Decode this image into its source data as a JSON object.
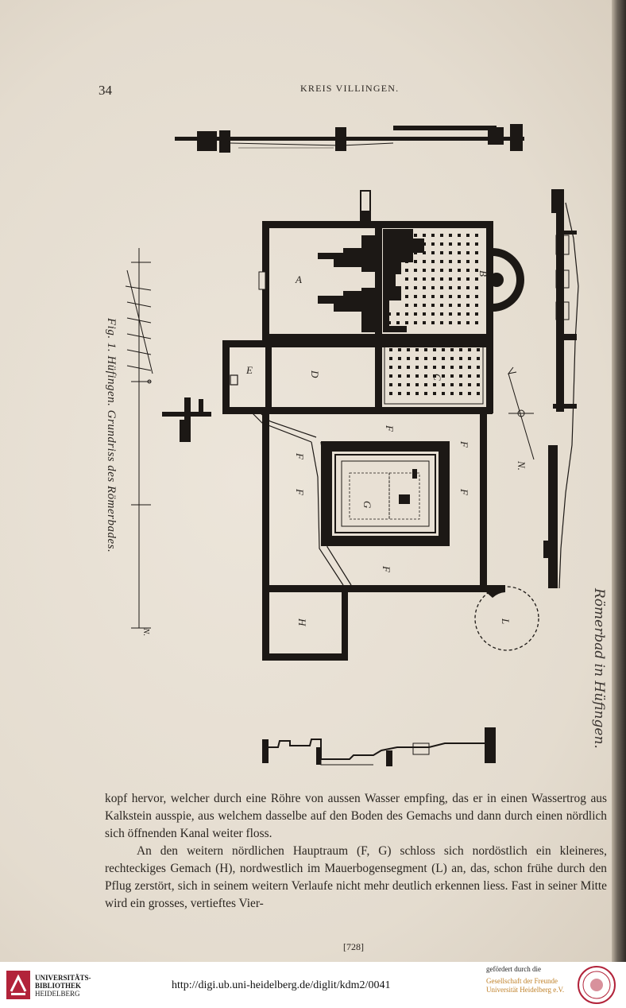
{
  "header": {
    "page_number": "34",
    "running_title": "KREIS VILLINGEN."
  },
  "figure": {
    "caption": "Fig. 1.  Hüfingen.  Grundriss des Römerbades.",
    "room_labels": {
      "A": "A",
      "B": "B",
      "C": "C",
      "D": "D",
      "E": "E",
      "F": "F",
      "G": "G",
      "H": "H",
      "L": "L"
    },
    "north_marker": "N."
  },
  "handwritten_note": "Römerbad in Hüfingen.",
  "body": {
    "paragraphs": [
      "kopf hervor, welcher durch eine Röhre von aussen Wasser empfing, das er in einen Wassertrog aus Kalkstein ausspie, aus welchem dasselbe auf den Boden des Gemachs und dann durch einen nördlich sich öffnenden Kanal weiter floss.",
      "An den weitern nördlichen Hauptraum (F, G) schloss sich nordöstlich ein kleineres, rechteckiges Gemach (H), nordwestlich im Mauerbogensegment (L) an, das, schon frühe durch den Pflug zerstört, sich in seinem weitern Verlaufe nicht mehr deutlich erkennen liess. Fast in seiner Mitte wird ein grosses, vertieftes Vier-"
    ]
  },
  "page_footer": "[728]",
  "footer": {
    "library_lines": [
      "UNIVERSITÄTS-",
      "BIBLIOTHEK",
      "HEIDELBERG"
    ],
    "url": "http://digi.ub.uni-heidelberg.de/diglit/kdm2/0041",
    "sponsor_label": "gefördert durch die",
    "sponsor_lines": [
      "Gesellschaft der Freunde",
      "Universität Heidelberg e.V."
    ]
  },
  "colors": {
    "paper": "#e8e0d4",
    "ink": "#1c1815",
    "sponsor": "#c0822a",
    "logo_red": "#b2233a"
  }
}
